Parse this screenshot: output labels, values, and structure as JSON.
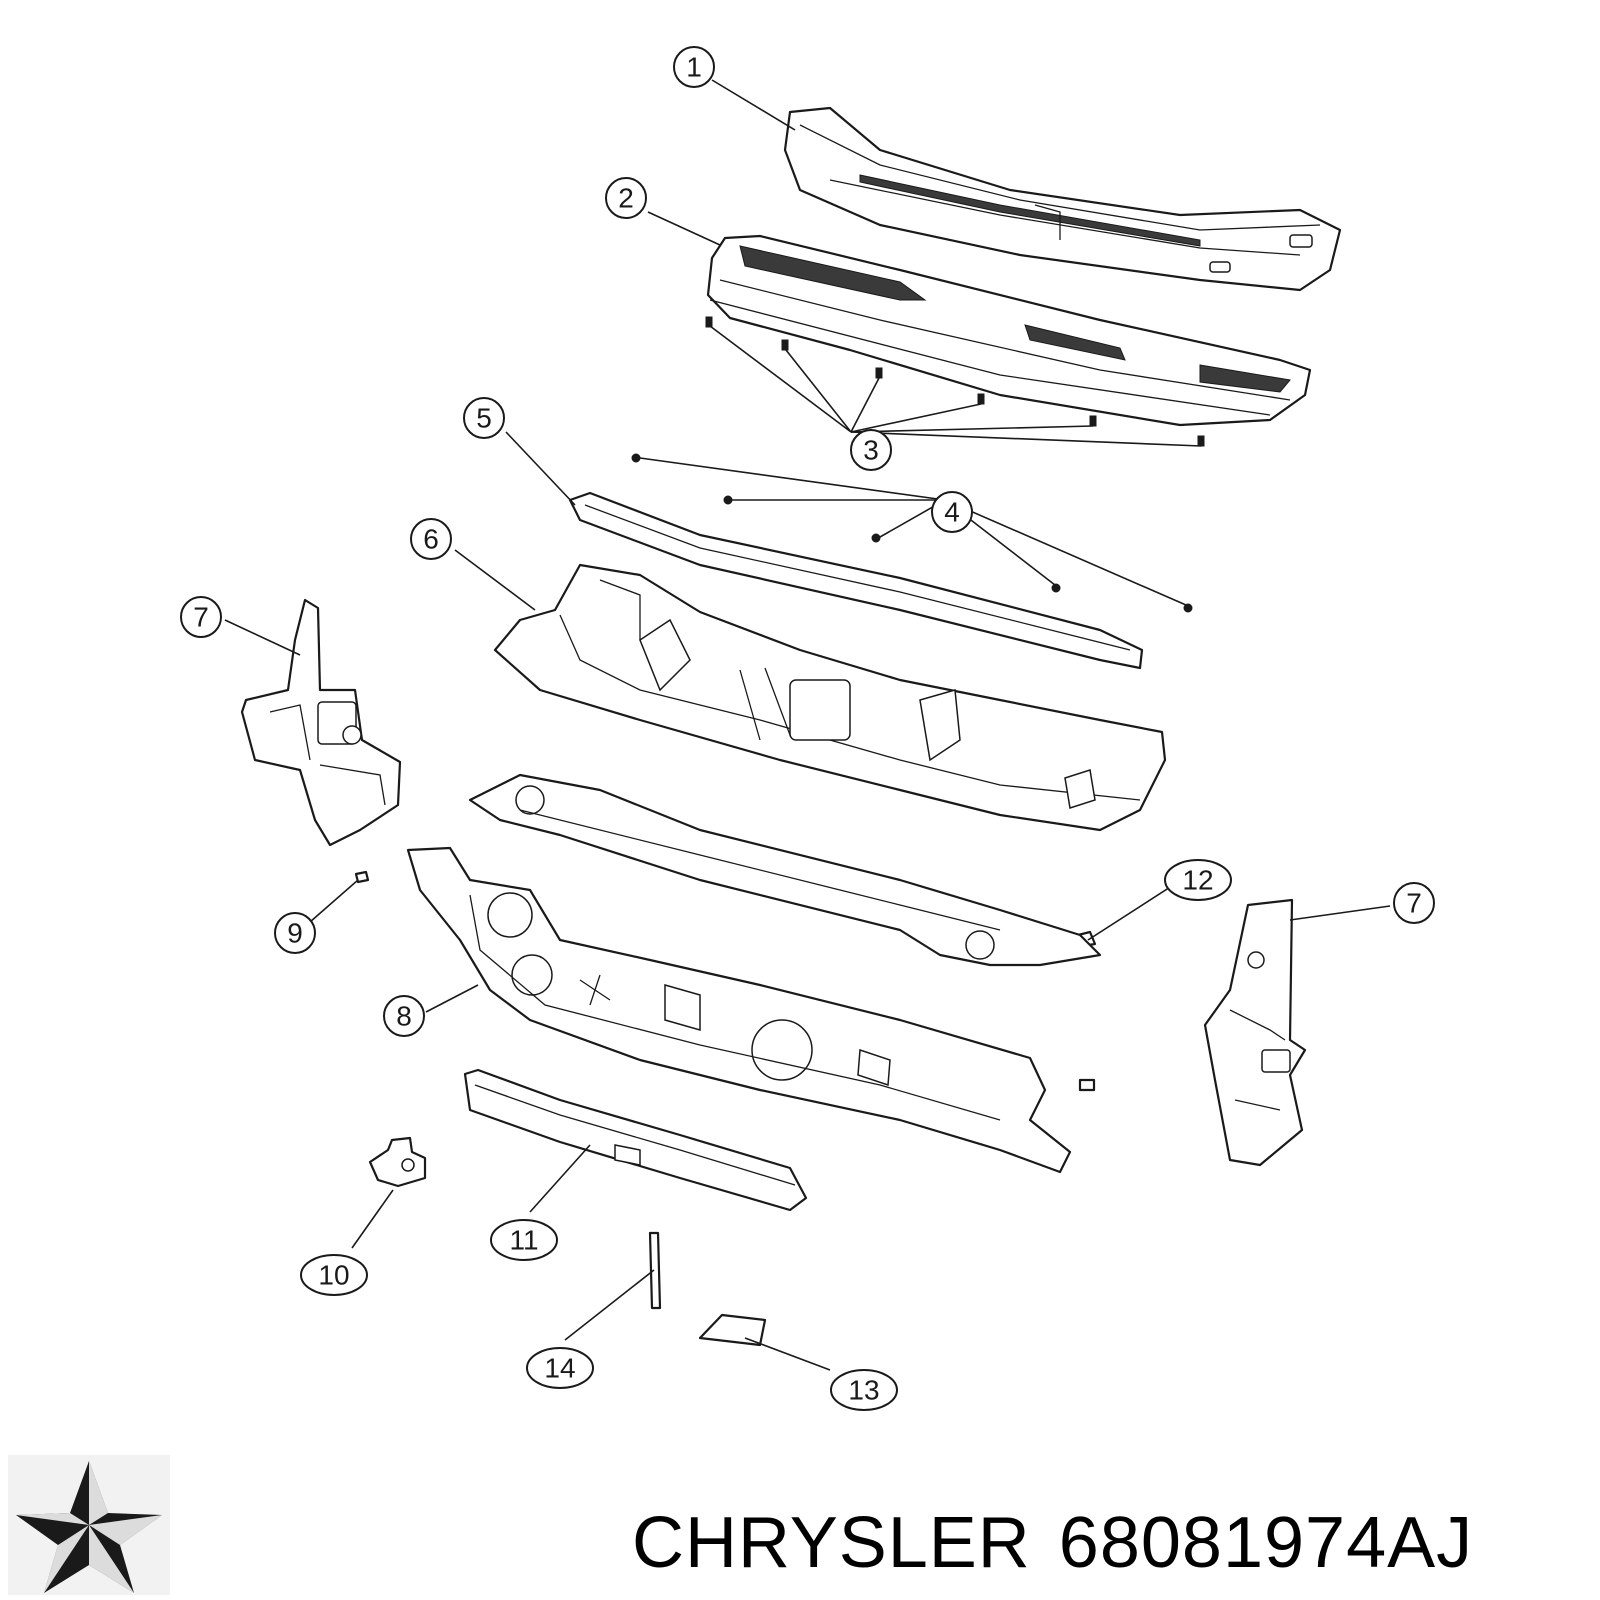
{
  "diagram": {
    "callouts": [
      {
        "id": "c1",
        "label": "1"
      },
      {
        "id": "c2",
        "label": "2"
      },
      {
        "id": "c3",
        "label": "3"
      },
      {
        "id": "c4",
        "label": "4"
      },
      {
        "id": "c5",
        "label": "5"
      },
      {
        "id": "c6",
        "label": "6"
      },
      {
        "id": "c7a",
        "label": "7"
      },
      {
        "id": "c7b",
        "label": "7"
      },
      {
        "id": "c8",
        "label": "8"
      },
      {
        "id": "c9",
        "label": "9"
      },
      {
        "id": "c10",
        "label": "10"
      },
      {
        "id": "c11",
        "label": "11"
      },
      {
        "id": "c12",
        "label": "12"
      },
      {
        "id": "c13",
        "label": "13"
      },
      {
        "id": "c14",
        "label": "14"
      }
    ]
  },
  "footer": {
    "brand": "CHRYSLER",
    "part_number": "68081974AJ",
    "logo_icon": "pentastar-icon"
  },
  "colors": {
    "line": "#1a1a1a",
    "background": "#ffffff"
  }
}
